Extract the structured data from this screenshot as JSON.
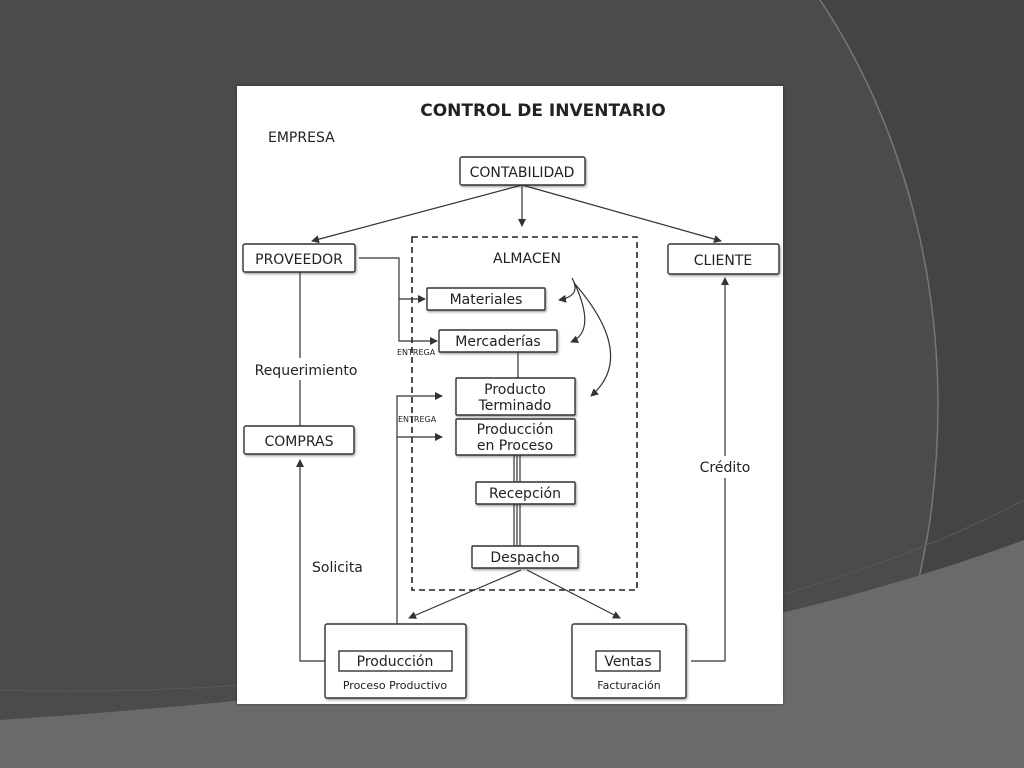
{
  "diagram": {
    "title": "CONTROL DE INVENTARIO",
    "company_label": "EMPRESA",
    "nodes": {
      "contabilidad": "CONTABILIDAD",
      "proveedor": "PROVEEDOR",
      "cliente": "CLIENTE",
      "compras": "COMPRAS",
      "almacen": "ALMACEN",
      "materiales": "Materiales",
      "mercaderias": "Mercaderías",
      "producto_terminado_1": "Producto",
      "producto_terminado_2": "Terminado",
      "produccion_proceso_1": "Producción",
      "produccion_proceso_2": "en Proceso",
      "recepcion": "Recepción",
      "despacho": "Despacho",
      "produccion": "Producción",
      "produccion_sub": "Proceso Productivo",
      "ventas": "Ventas",
      "ventas_sub": "Facturación"
    },
    "edge_labels": {
      "requerimiento": "Requerimiento",
      "solicita": "Solicita",
      "credito": "Crédito",
      "entrega_1": "ENTREGA",
      "entrega_2": "ENTREGA"
    }
  },
  "colors": {
    "background": "#4a4a4a",
    "card": "#ffffff",
    "line": "#333333"
  }
}
